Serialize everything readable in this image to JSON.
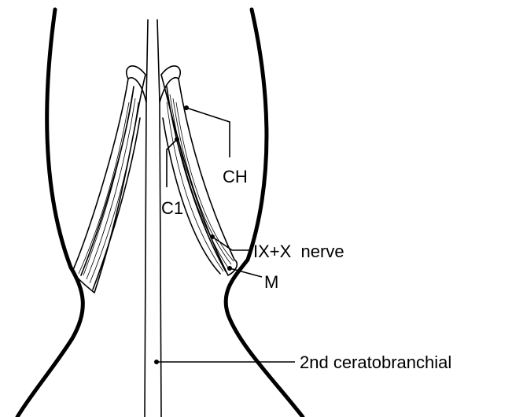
{
  "labels": {
    "ch": "CH",
    "c1": "C1",
    "nerve": "IX+X  nerve",
    "m": "M",
    "ceratobranchial": "2nd ceratobranchial"
  }
}
